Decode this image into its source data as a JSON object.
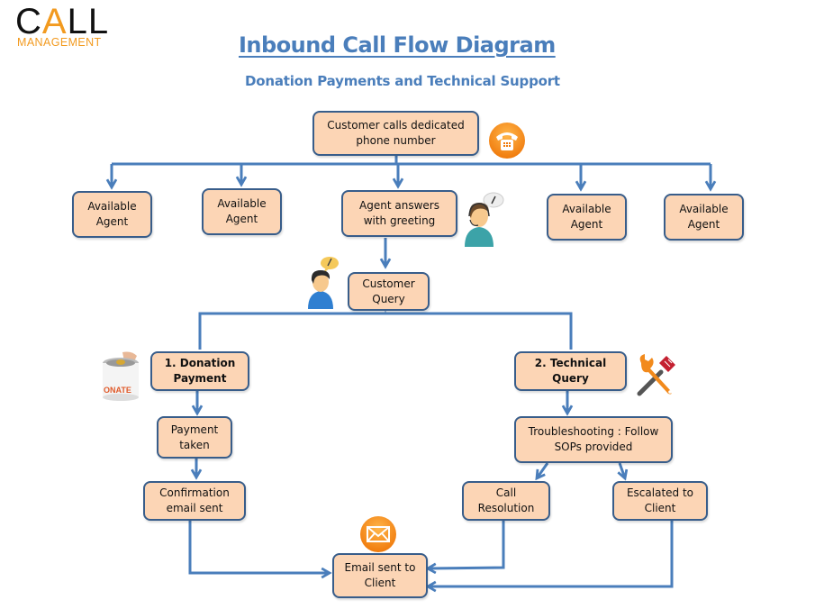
{
  "logo": {
    "word_part1": "C",
    "word_accent": "A",
    "word_part2": "LL",
    "subword": "MANAGEMENT"
  },
  "header": {
    "title": "Inbound Call Flow Diagram",
    "subtitle": "Donation Payments and Technical Support"
  },
  "colors": {
    "node_fill": "#fcd5b5",
    "node_border": "#385d8a",
    "connector": "#4a7ebb",
    "title": "#4a7ebb",
    "icon_orange": "#f28a1c"
  },
  "nodes": {
    "start": "Customer  calls dedicated\nphone number",
    "agent_1": "Available\nAgent",
    "agent_2": "Available\nAgent",
    "agent_answers": "Agent answers\nwith greeting",
    "agent_4": "Available\nAgent",
    "agent_5": "Available\nAgent",
    "customer_query": "Customer\nQuery",
    "donation_payment": "1. Donation\nPayment",
    "payment_taken": "Payment\ntaken",
    "confirmation_email": "Confirmation\nemail sent",
    "technical_query": "2. Technical\nQuery",
    "troubleshooting": "Troubleshooting : Follow\nSOPs provided",
    "call_resolution": "Call\nResolution",
    "escalated": "Escalated to\nClient",
    "email_sent": "Email sent to\nClient"
  },
  "icons": {
    "phone": "phone-icon",
    "agent_headset": "agent-headset-icon",
    "customer": "customer-icon",
    "donation_can": "donation-can-icon",
    "tools": "tools-icon",
    "email": "email-icon",
    "donate_label": "ONATE"
  }
}
